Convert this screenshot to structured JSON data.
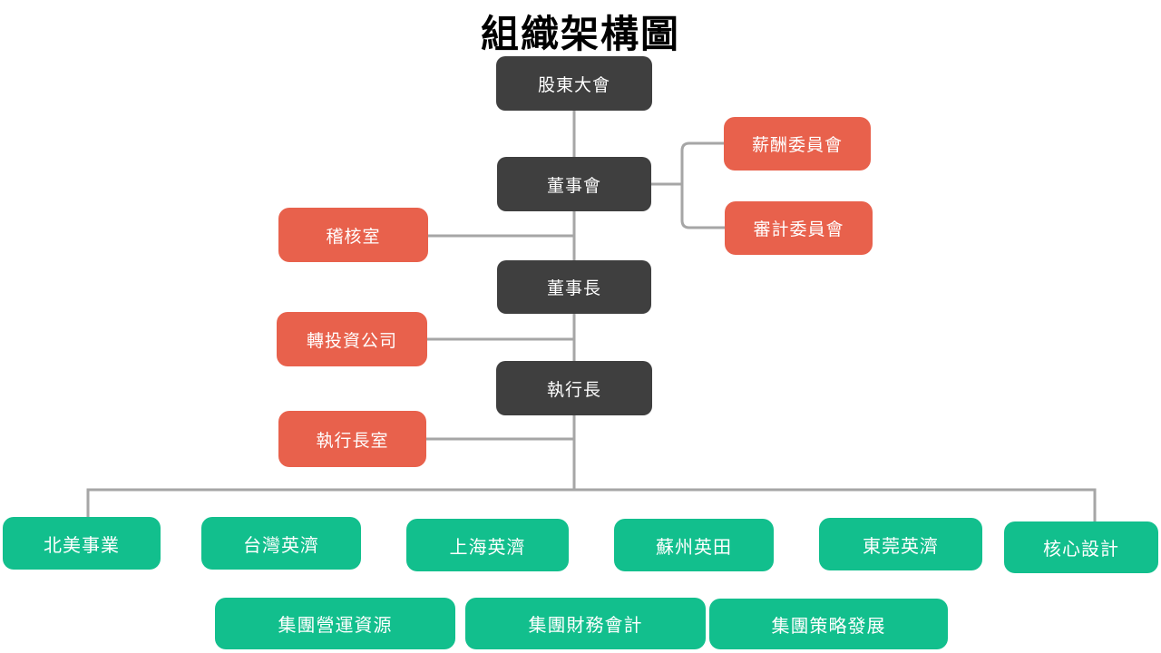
{
  "title": "組織架構圖",
  "colors": {
    "dark": "#3F3F3F",
    "orange": "#E8614C",
    "green": "#12BF8D",
    "connector": "#A6A6A6",
    "title_color": "#000000",
    "box_text": "#FFFFFF"
  },
  "nodes": {
    "governance": [
      {
        "label": "股東大會"
      },
      {
        "label": "董事會"
      },
      {
        "label": "董事長"
      },
      {
        "label": "執行長"
      }
    ],
    "committees": [
      {
        "label": "薪酬委員會"
      },
      {
        "label": "審計委員會"
      }
    ],
    "staff_offices": [
      {
        "label": "稽核室"
      },
      {
        "label": "轉投資公司"
      },
      {
        "label": "執行長室"
      }
    ],
    "business_units": [
      {
        "label": "北美事業"
      },
      {
        "label": "台灣英濟"
      },
      {
        "label": "上海英濟"
      },
      {
        "label": "蘇州英田"
      },
      {
        "label": "東莞英濟"
      },
      {
        "label": "核心設計"
      }
    ],
    "group_functions": [
      {
        "label": "集團營運資源"
      },
      {
        "label": "集團財務會計"
      },
      {
        "label": "集團策略發展"
      }
    ]
  }
}
